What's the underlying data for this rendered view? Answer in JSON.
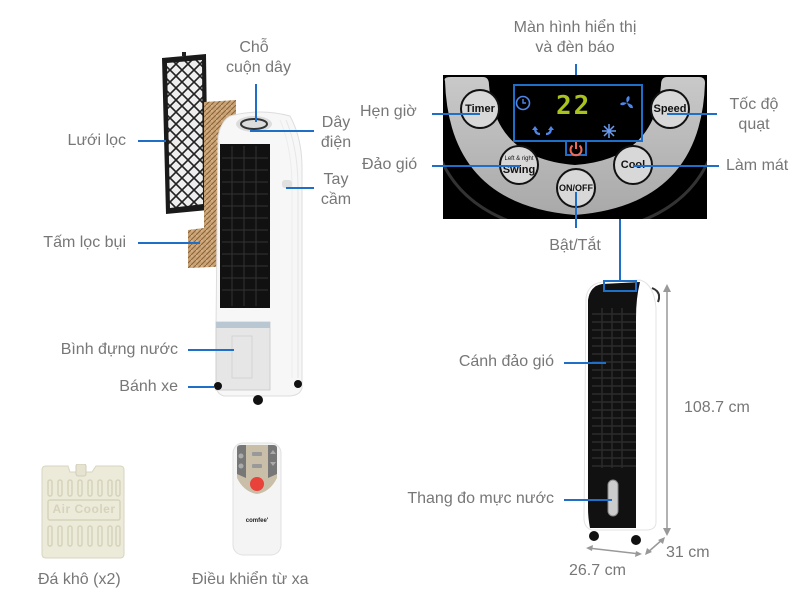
{
  "accent_color": "#1f6fc8",
  "text_color": "#777777",
  "exploded_view": {
    "labels": {
      "cord_storage": "Chỗ\ncuộn dây",
      "cord_storage_line1": "Chỗ",
      "cord_storage_line2": "cuộn dây",
      "filter_mesh": "Lưới lọc",
      "power_cord_line1": "Dây",
      "power_cord_line2": "điện",
      "handle_line1": "Tay",
      "handle_line2": "cầm",
      "dust_filter_pad": "Tấm lọc bụi",
      "water_tank": "Bình đựng nước",
      "wheels": "Bánh xe"
    }
  },
  "control_panel": {
    "labels": {
      "display_line1": "Màn hình hiển thị",
      "display_line2": "và đèn báo",
      "timer": "Hẹn giờ",
      "swing": "Đảo gió",
      "speed_line1": "Tốc độ",
      "speed_line2": "quạt",
      "cool": "Làm mát",
      "power": "Bật/Tắt"
    },
    "buttons": {
      "timer": "Timer",
      "swing_small": "Left & right",
      "swing": "Swing",
      "onoff": "ON/OFF",
      "cool": "Cool",
      "speed": "Speed"
    },
    "display_value": "22",
    "icons": [
      "clock-icon",
      "fan-icon",
      "swing-arrows-icon",
      "snowflake-icon",
      "power-icon"
    ]
  },
  "front_view": {
    "labels": {
      "louvers": "Cánh đảo gió",
      "water_gauge": "Thang đo mực nước"
    },
    "dimensions": {
      "height": "108.7 cm",
      "width": "26.7 cm",
      "depth": "31 cm"
    }
  },
  "accessories": [
    {
      "name": "ice-pack",
      "label": "Đá khô (x2)",
      "embossed_text": "Air Cooler"
    },
    {
      "name": "remote-control",
      "label": "Điều khiển từ xa",
      "brand": "comfee'"
    }
  ]
}
